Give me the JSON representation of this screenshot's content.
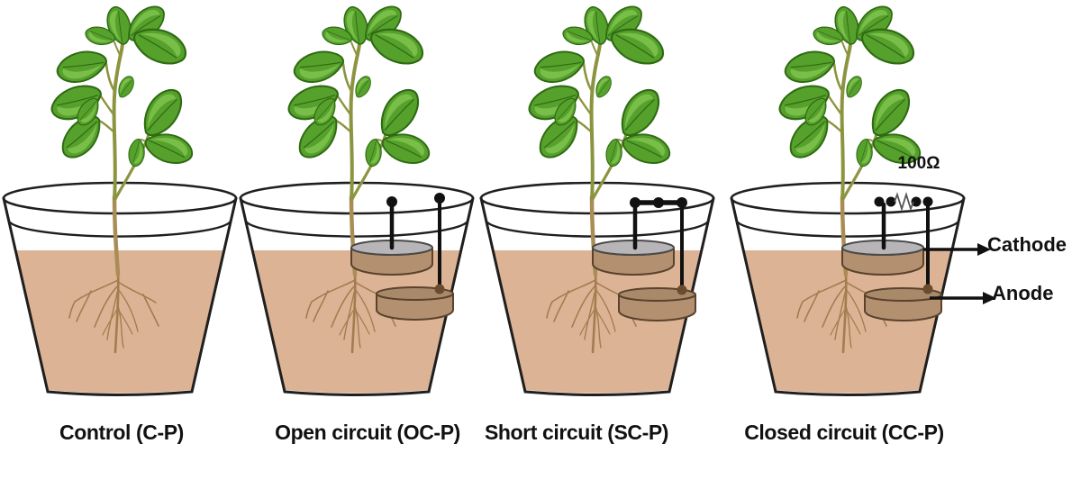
{
  "figure": {
    "panels": [
      {
        "id": "control",
        "label": "Control (C-P)"
      },
      {
        "id": "open-circuit",
        "label": "Open circuit (OC-P)"
      },
      {
        "id": "short-circuit",
        "label": "Short circuit (SC-P)"
      },
      {
        "id": "closed-circuit",
        "label": "Closed circuit (CC-P)",
        "resistor_label": "100Ω",
        "cathode_label": "Cathode",
        "anode_label": "Anode"
      }
    ],
    "colors": {
      "background": "#ffffff",
      "soil": "#dcb495",
      "pot_outline": "#1f1f1f",
      "leaf_green": "#56a02c",
      "leaf_dark": "#2e6b12",
      "leaf_highlight": "#7cc14c",
      "stem_olive": "#8c9440",
      "stem_brown": "#a98d55",
      "root_brown": "#a37c50",
      "electrode_body": "#b29070",
      "electrode_outline": "#5a422c",
      "cathode_top_gray": "#b7b5b7",
      "wire_black": "#111111",
      "text": "#111111"
    }
  }
}
